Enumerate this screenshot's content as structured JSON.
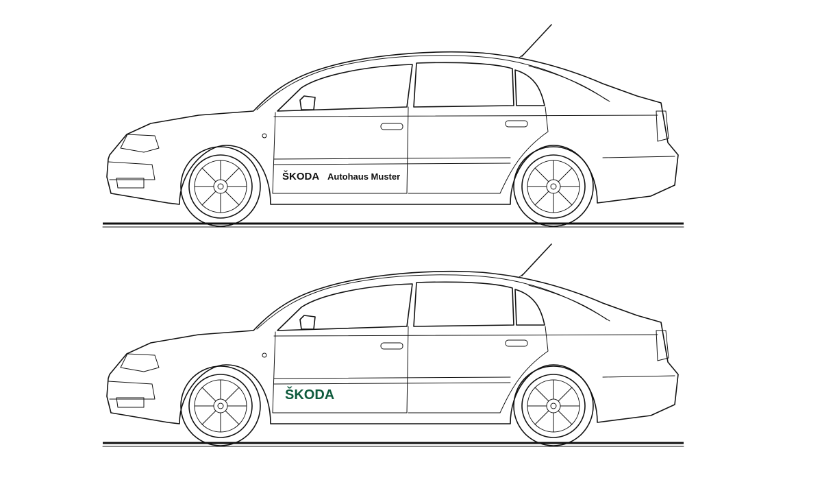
{
  "cars": [
    {
      "variant": "with-dealer-name",
      "brand_text": "ŠKODA",
      "dealer_text": "Autohaus Muster",
      "decal_color": "#111111"
    },
    {
      "variant": "brand-only",
      "brand_text": "ŠKODA",
      "decal_color": "#0e5a3c"
    }
  ]
}
